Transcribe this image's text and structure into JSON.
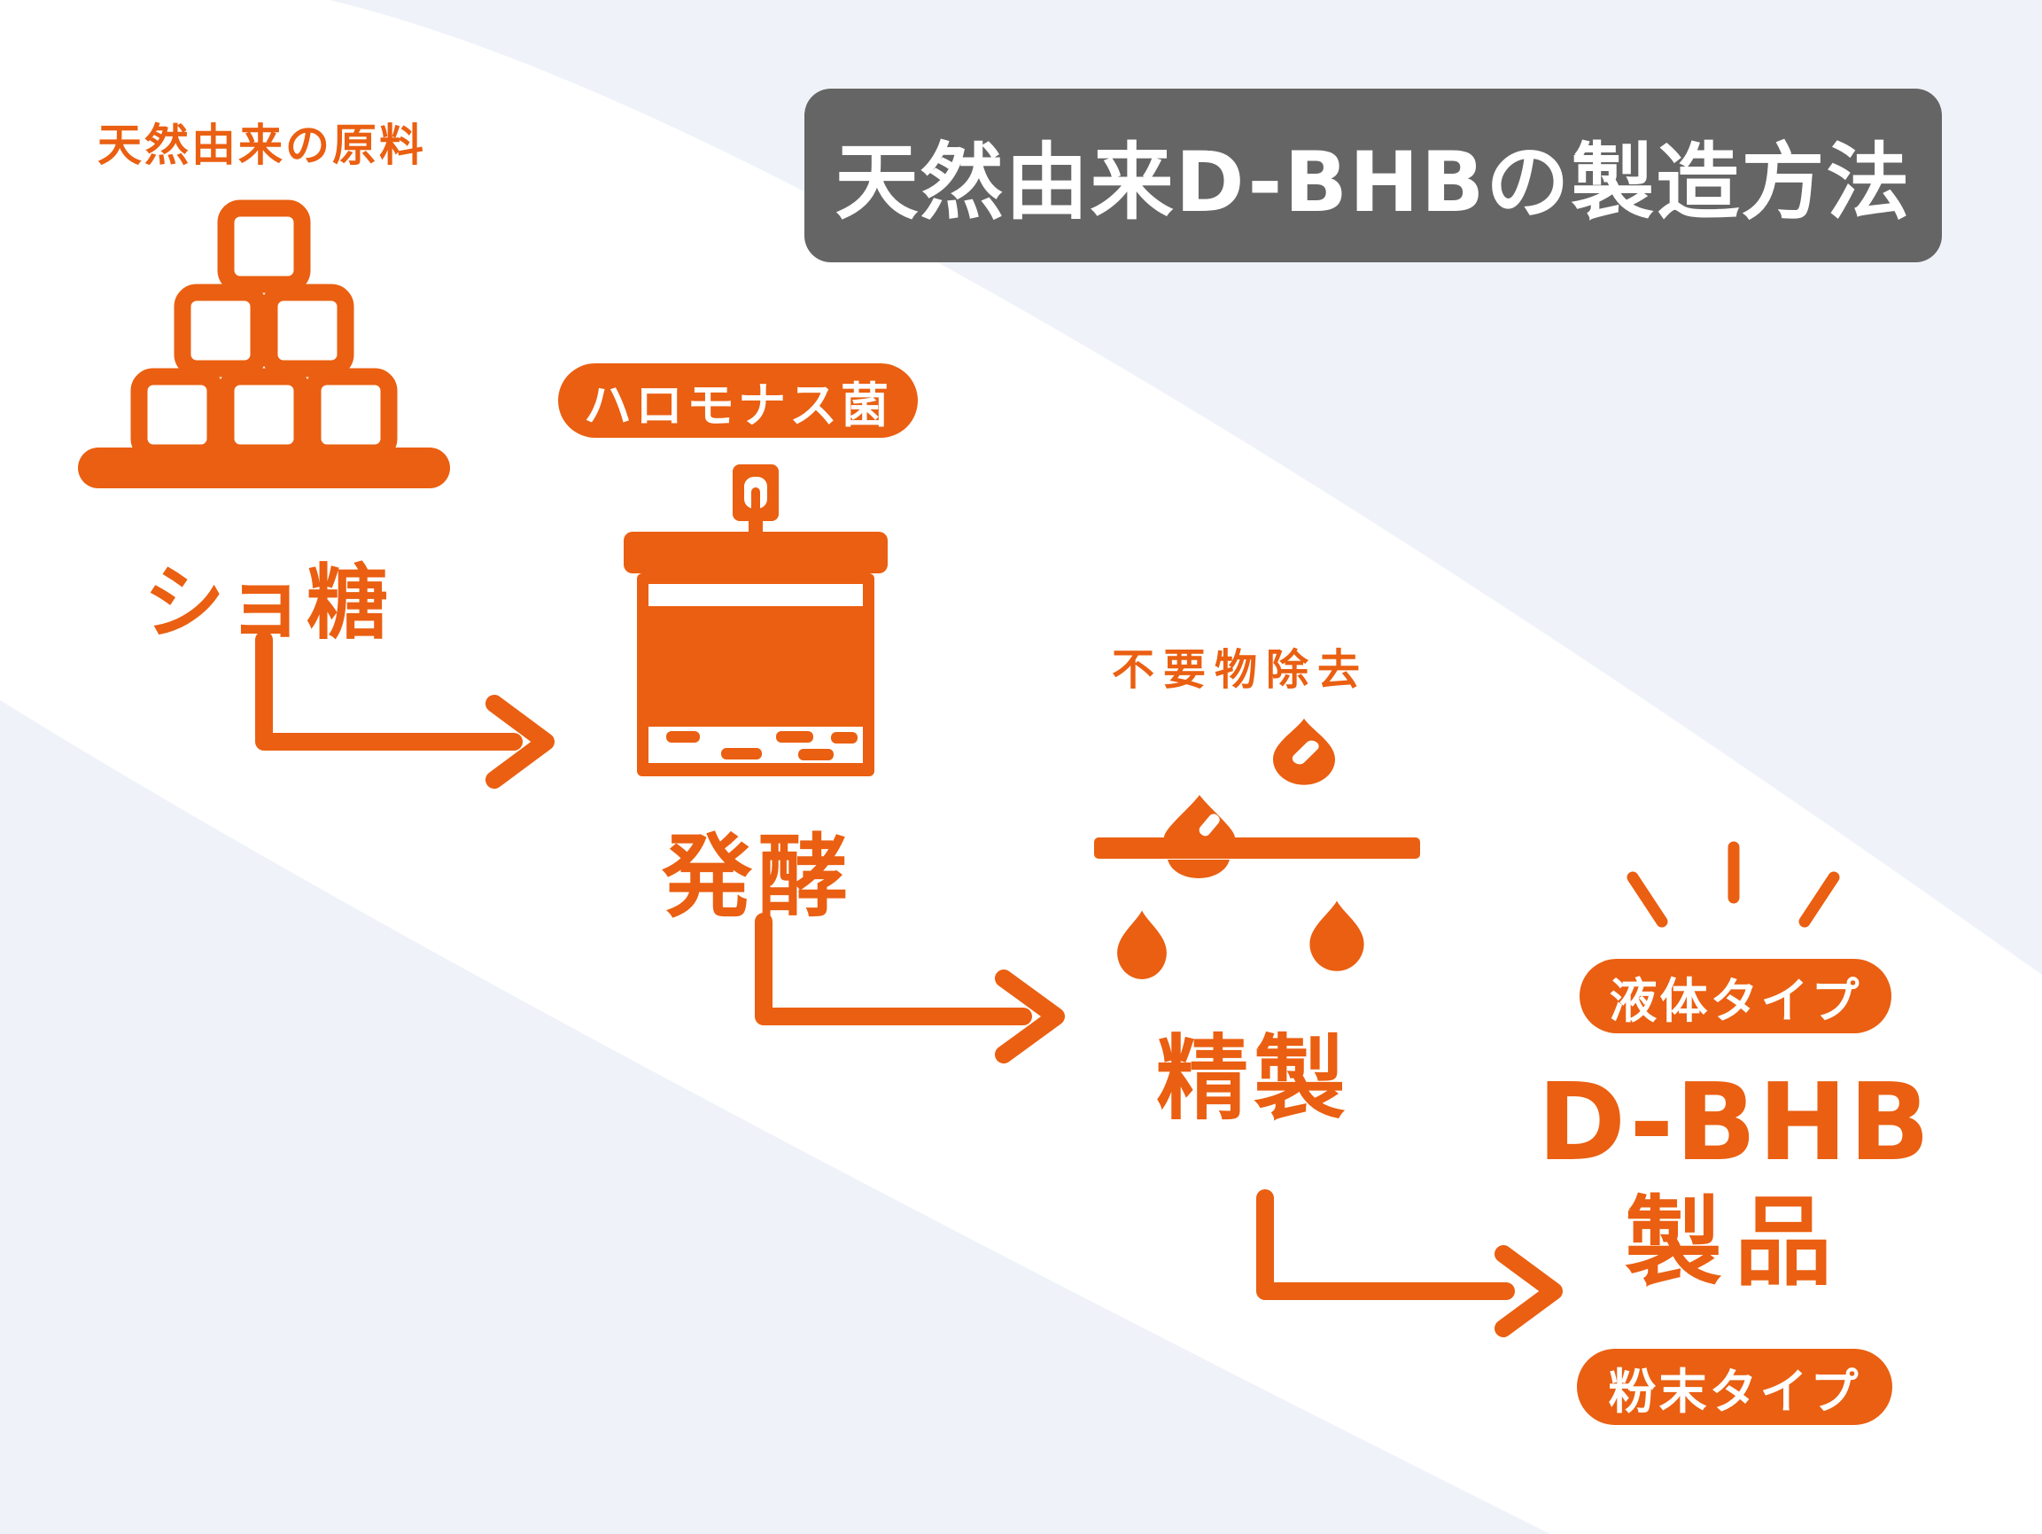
{
  "title": "天然由来D-BHBの製造方法",
  "colors": {
    "accent_orange": "#EA5F11",
    "title_banner_gray": "#666566",
    "background_tint": "#EFF3F9",
    "badge_text": "#FFFFFF"
  },
  "flow": {
    "step1": {
      "annotation": "天然由来の原料",
      "label": "ショ糖",
      "icon": "sugar-cube-pyramid"
    },
    "step2": {
      "badge": "ハロモナス菌",
      "label": "発酵",
      "icon": "fermentation-tank"
    },
    "step3": {
      "annotation": "不要物除去",
      "label": "精製",
      "icon": "filter-with-droplets"
    },
    "step4": {
      "badge_top": "液体タイプ",
      "title": "D-BHB",
      "subtitle": "製品",
      "badge_bottom": "粉末タイプ"
    }
  }
}
